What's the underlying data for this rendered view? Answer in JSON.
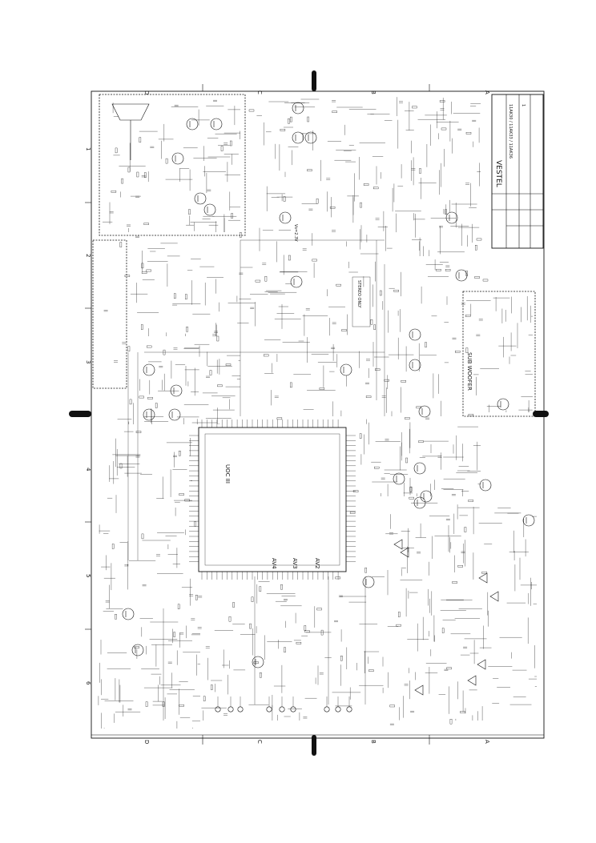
{
  "zone_letters": [
    "D",
    "C",
    "B",
    "A"
  ],
  "zone_numbers": [
    "1",
    "2",
    "3",
    "4",
    "5",
    "6"
  ],
  "chips": {
    "main_ic": "UOC III",
    "av_labels": [
      "AV4",
      "AV3",
      "AV2"
    ]
  },
  "blocks": {
    "sub_woofer": "SUB WOOFER",
    "voltage_note": "Vs=2.3V",
    "stereo_note": "STEREO ONLY"
  },
  "title_block": {
    "title": "VESTEL",
    "model": "11AK30 / 11AK33 / 11AK36",
    "rev": "1"
  }
}
